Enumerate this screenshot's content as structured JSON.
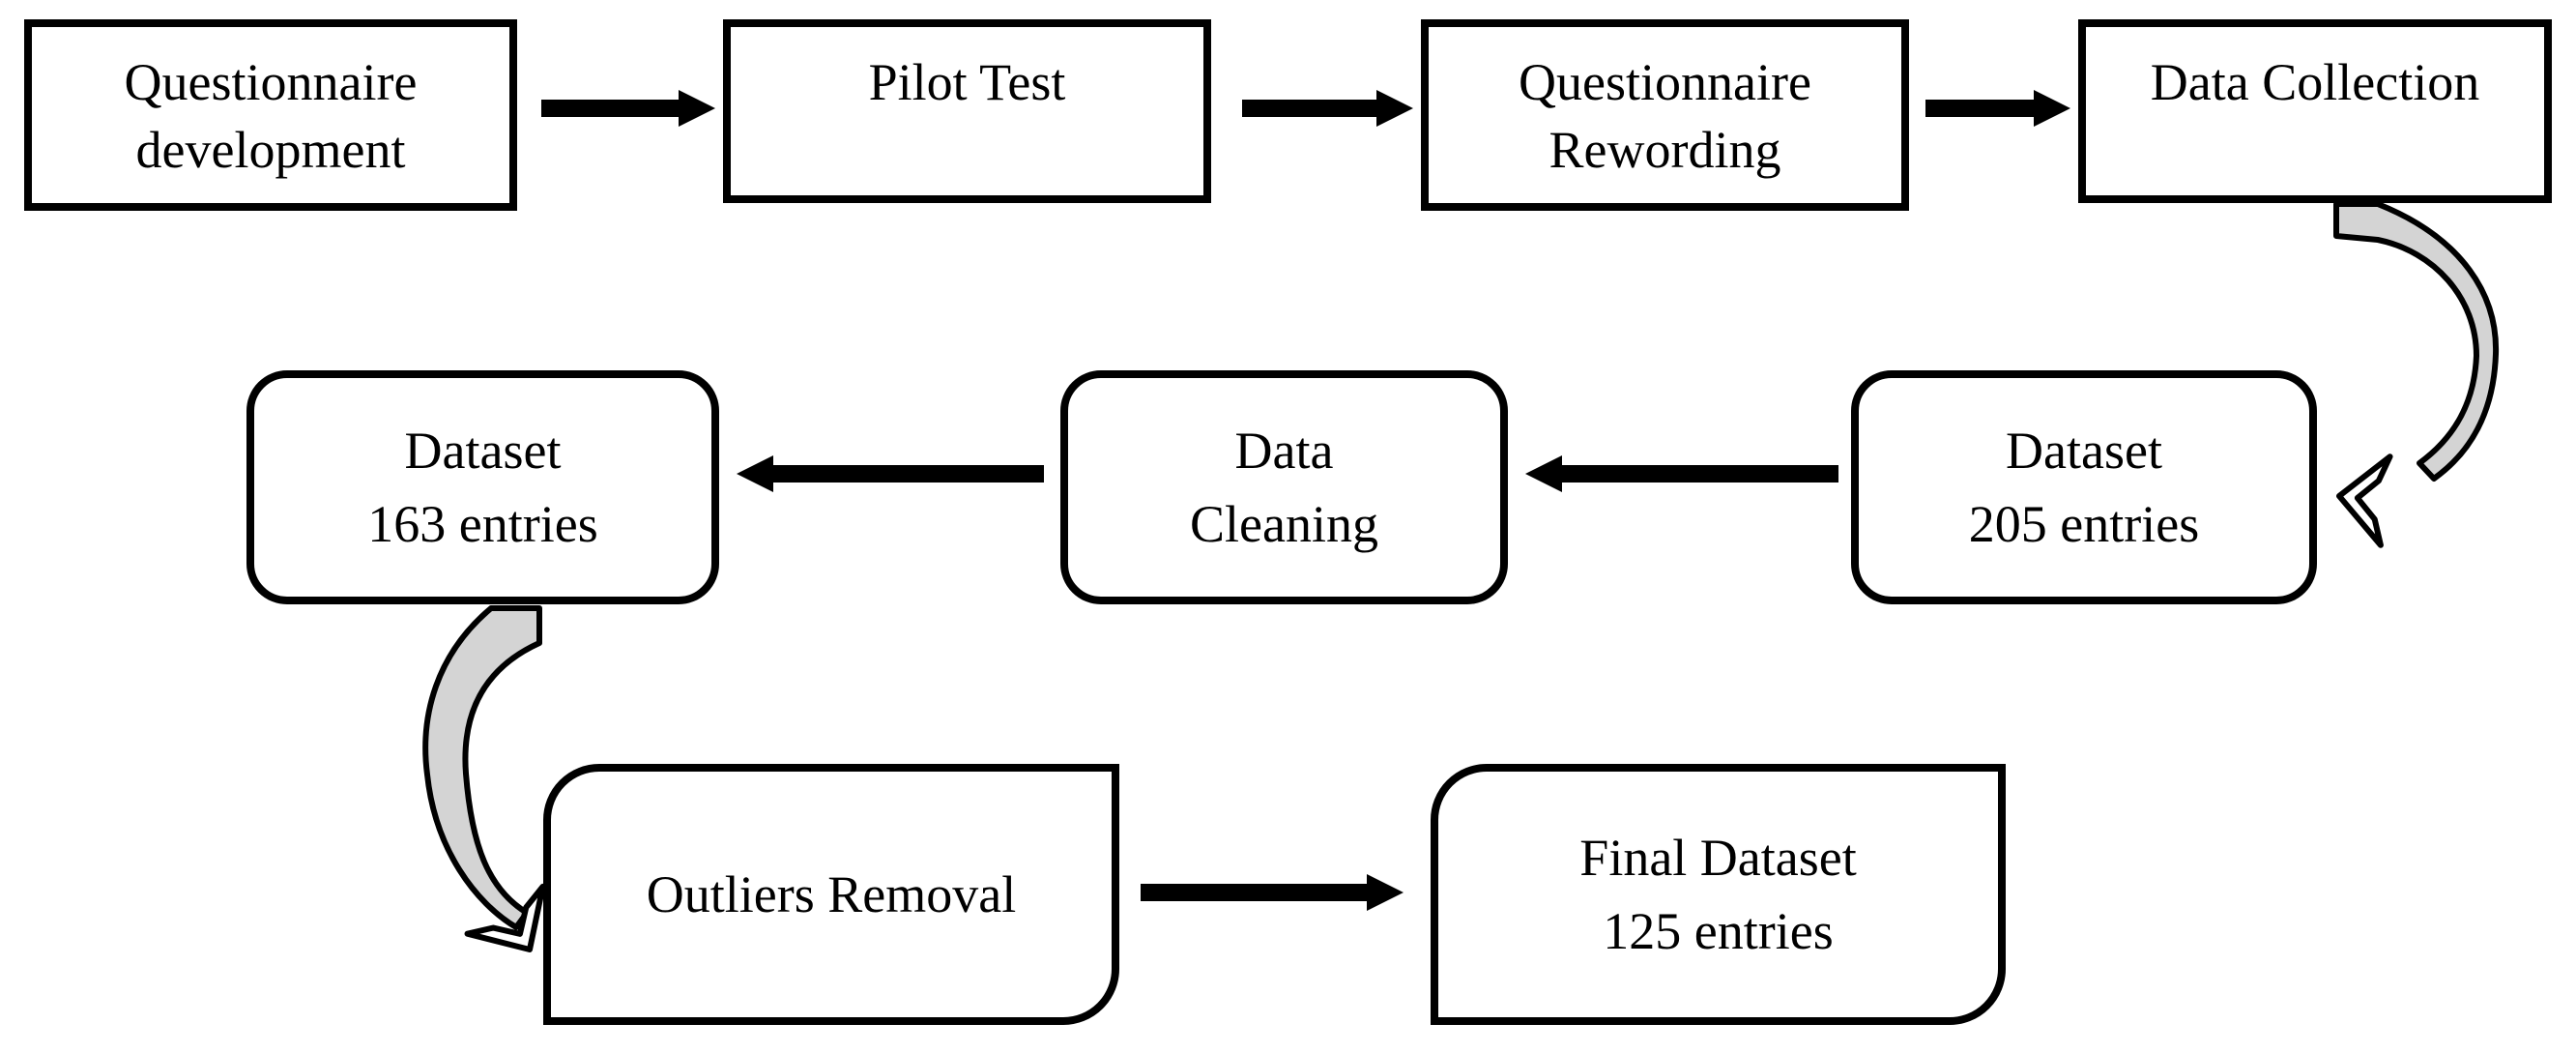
{
  "flowchart": {
    "description": "Research data preparation flowchart",
    "colors": {
      "line": "#000000",
      "node_fill": "#ffffff",
      "curved_arrow_fill": "#d4d4d4",
      "text": "#000000"
    },
    "nodes": [
      {
        "id": "questionnaire-development",
        "shape": "rectangle",
        "lines": [
          "Questionnaire",
          "development"
        ]
      },
      {
        "id": "pilot-test",
        "shape": "rectangle",
        "lines": [
          "Pilot Test"
        ]
      },
      {
        "id": "questionnaire-rewording",
        "shape": "rectangle",
        "lines": [
          "Questionnaire",
          "Rewording"
        ]
      },
      {
        "id": "data-collection",
        "shape": "rectangle",
        "lines": [
          "Data Collection"
        ]
      },
      {
        "id": "dataset-205",
        "shape": "rounded-rectangle",
        "lines": [
          "Dataset",
          "205 entries"
        ]
      },
      {
        "id": "data-cleaning",
        "shape": "rounded-rectangle",
        "lines": [
          "Data",
          "Cleaning"
        ]
      },
      {
        "id": "dataset-163",
        "shape": "rounded-rectangle",
        "lines": [
          "Dataset",
          "163 entries"
        ]
      },
      {
        "id": "outliers-removal",
        "shape": "round-diagonal-corner-rectangle",
        "lines": [
          "Outliers Removal"
        ]
      },
      {
        "id": "final-dataset",
        "shape": "round-diagonal-corner-rectangle",
        "lines": [
          "Final Dataset",
          "125 entries"
        ]
      }
    ],
    "edges": [
      {
        "from": "questionnaire-development",
        "to": "pilot-test",
        "style": "straight-block-arrow",
        "direction": "right"
      },
      {
        "from": "pilot-test",
        "to": "questionnaire-rewording",
        "style": "straight-block-arrow",
        "direction": "right"
      },
      {
        "from": "questionnaire-rewording",
        "to": "data-collection",
        "style": "straight-block-arrow",
        "direction": "right"
      },
      {
        "from": "data-collection",
        "to": "dataset-205",
        "style": "curved-tapered-arrow",
        "direction": "down-then-left"
      },
      {
        "from": "dataset-205",
        "to": "data-cleaning",
        "style": "straight-block-arrow",
        "direction": "left"
      },
      {
        "from": "data-cleaning",
        "to": "dataset-163",
        "style": "straight-block-arrow",
        "direction": "left"
      },
      {
        "from": "dataset-163",
        "to": "outliers-removal",
        "style": "curved-tapered-arrow",
        "direction": "down-then-right"
      },
      {
        "from": "outliers-removal",
        "to": "final-dataset",
        "style": "straight-block-arrow",
        "direction": "right"
      }
    ]
  }
}
